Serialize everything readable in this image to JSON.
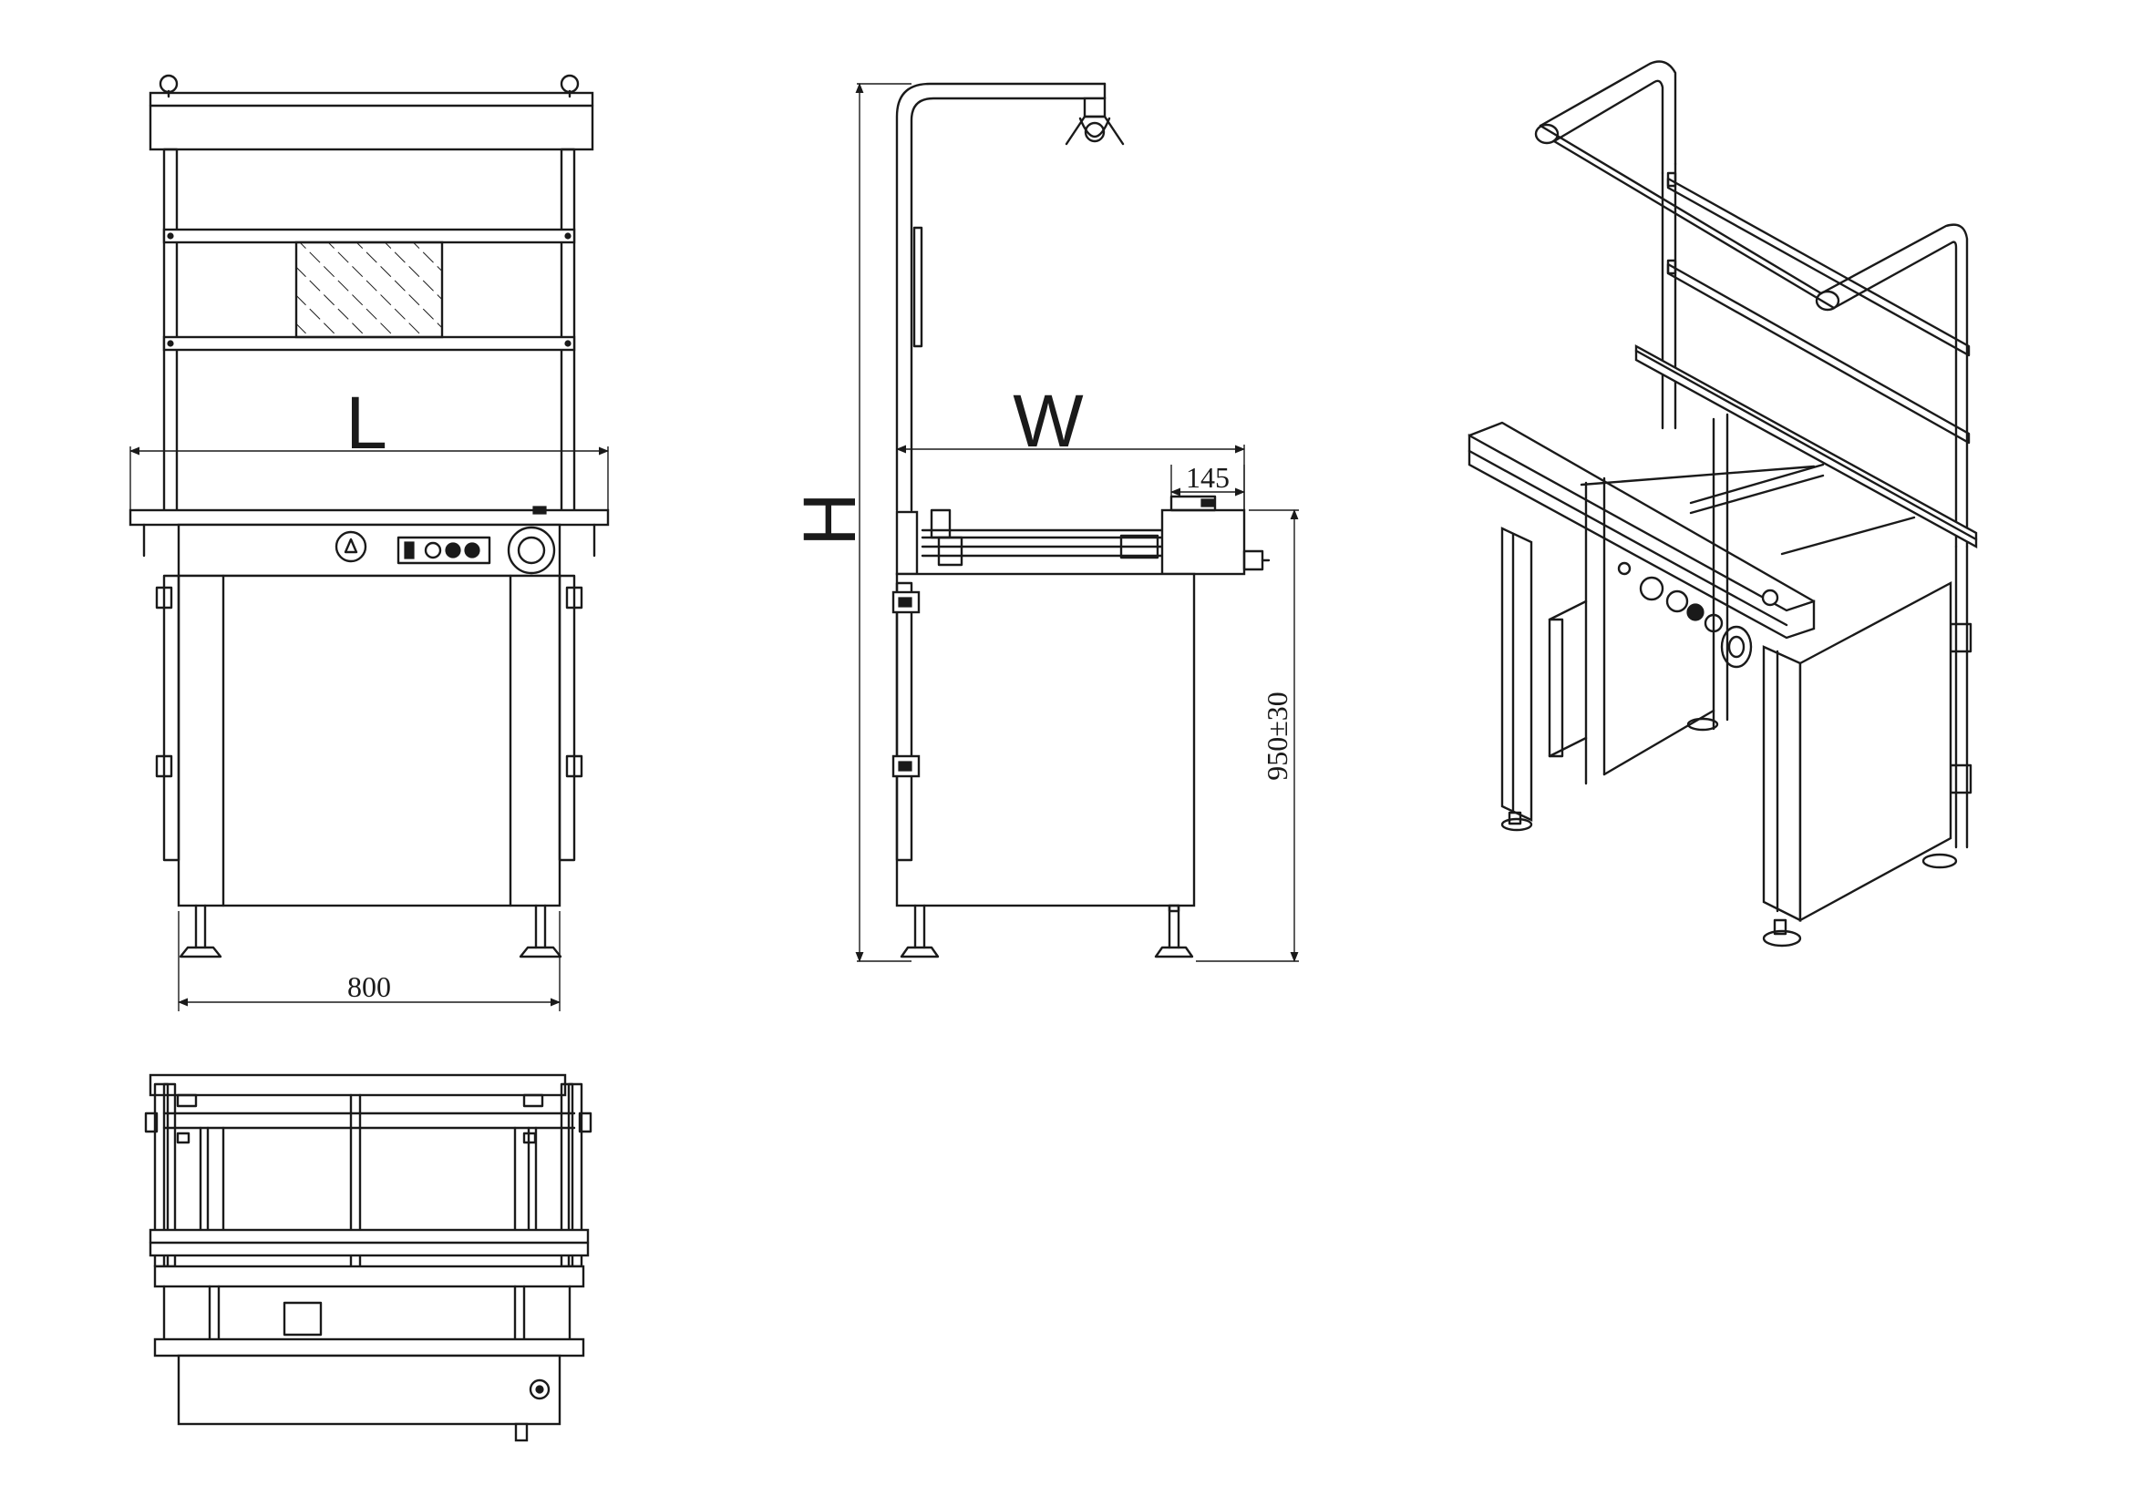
{
  "dimensions": {
    "length_label": "L",
    "width_label": "W",
    "height_label": "H",
    "width_800": "800",
    "offset_145": "145",
    "height_950": "950±30"
  }
}
